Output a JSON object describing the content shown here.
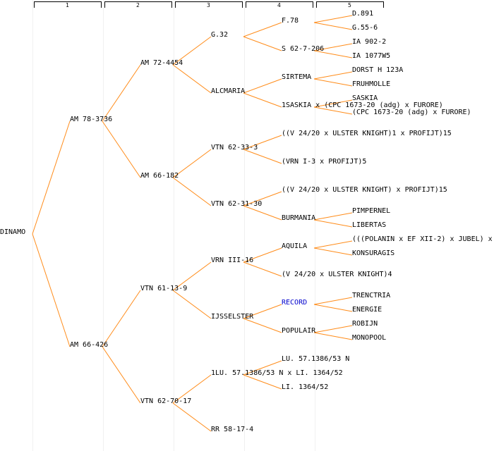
{
  "generations": [
    "1",
    "2",
    "3",
    "4",
    "5"
  ],
  "line_color": "#ff8c1a",
  "highlight_color": "#0000cc",
  "root": {
    "label": "DINAMO",
    "children": [
      {
        "label": "AM 78-3736",
        "children": [
          {
            "label": "AM 72-4454",
            "children": [
              {
                "label": "G.32",
                "children": [
                  {
                    "label": "F.78",
                    "children": [
                      {
                        "label": "D.891"
                      },
                      {
                        "label": "G.55-6"
                      }
                    ]
                  },
                  {
                    "label": "S 62-7-206",
                    "children": [
                      {
                        "label": "IA 902-2"
                      },
                      {
                        "label": "IA 1077W5"
                      }
                    ]
                  }
                ]
              },
              {
                "label": "ALCMARIA",
                "children": [
                  {
                    "label": "SIRTEMA",
                    "children": [
                      {
                        "label": "DORST H 123A"
                      },
                      {
                        "label": "FRUHMOLLE"
                      }
                    ]
                  },
                  {
                    "label": "1SASKIA x (CPC 1673-20 (adg) x FURORE)",
                    "children": [
                      {
                        "label": "SASKIA"
                      },
                      {
                        "label": "(CPC 1673-20 (adg) x FURORE)"
                      }
                    ]
                  }
                ]
              }
            ]
          },
          {
            "label": "AM 66-182",
            "children": [
              {
                "label": "VTN 62-33-3",
                "children": [
                  {
                    "label": "((V 24/20 x ULSTER KNIGHT)1 x PROFIJT)15"
                  },
                  {
                    "label": "(VRN I-3 x PROFIJT)5"
                  }
                ]
              },
              {
                "label": "VTN 62-31-30",
                "children": [
                  {
                    "label": "((V 24/20 x ULSTER KNIGHT) x PROFIJT)15"
                  },
                  {
                    "label": "BURMANIA",
                    "children": [
                      {
                        "label": "PIMPERNEL"
                      },
                      {
                        "label": "LIBERTAS"
                      }
                    ]
                  }
                ]
              }
            ]
          }
        ]
      },
      {
        "label": "AM 66-426",
        "children": [
          {
            "label": "VTN 61-13-9",
            "children": [
              {
                "label": "VRN III-16",
                "children": [
                  {
                    "label": "AQUILA",
                    "children": [
                      {
                        "label": "(((POLANIN x EF XII-2) x JUBEL) x"
                      },
                      {
                        "label": "KONSURAGIS"
                      }
                    ]
                  },
                  {
                    "label": "(V 24/20 x ULSTER KNIGHT)4"
                  }
                ]
              },
              {
                "label": "IJSSELSTER",
                "children": [
                  {
                    "label": "RECORD",
                    "highlight": true,
                    "children": [
                      {
                        "label": "TRENCTRIA"
                      },
                      {
                        "label": "ENERGIE"
                      }
                    ]
                  },
                  {
                    "label": "POPULAIR",
                    "children": [
                      {
                        "label": "ROBIJN"
                      },
                      {
                        "label": "MONOPOOL"
                      }
                    ]
                  }
                ]
              }
            ]
          },
          {
            "label": "VTN 62-70-17",
            "children": [
              {
                "label": "1LU. 57.1386/53 N x LI. 1364/52",
                "children": [
                  {
                    "label": "LU. 57.1386/53 N"
                  },
                  {
                    "label": "LI. 1364/52"
                  }
                ]
              },
              {
                "label": "RR 58-17-4"
              }
            ]
          }
        ]
      }
    ]
  }
}
